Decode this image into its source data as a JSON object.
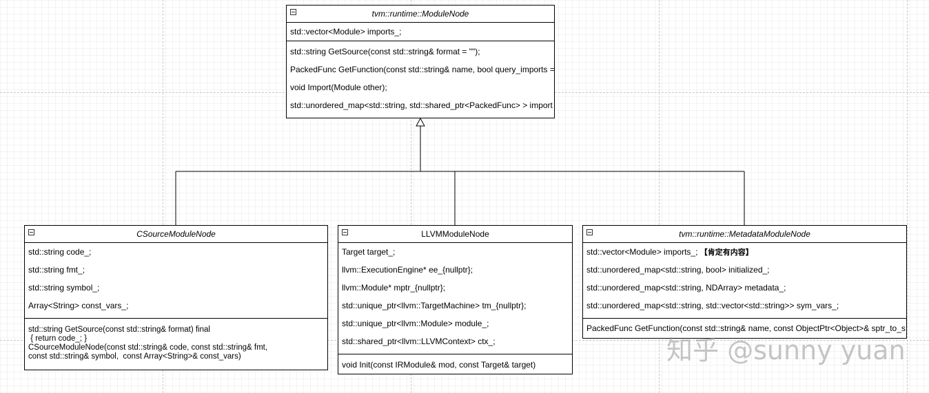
{
  "module_node": {
    "title": "tvm::runtime::ModuleNode",
    "attributes": [
      "std::vector<Module> imports_;"
    ],
    "methods": [
      "std::string GetSource(const std::string& format = \"\");",
      "PackedFunc GetFunction(const std::string& name, bool query_imports =",
      "void Import(Module other);",
      "std::unordered_map<std::string, std::shared_ptr<PackedFunc> > import"
    ]
  },
  "csource_node": {
    "title": "CSourceModuleNode",
    "attributes": [
      "std::string code_;",
      "std::string fmt_;",
      "std::string symbol_;",
      "Array<String> const_vars_;"
    ],
    "method_lines": [
      "std::string GetSource(const std::string& format) final",
      " { return code_; }",
      "CSourceModuleNode(const std::string& code, const std::string& fmt,",
      "const std::string& symbol,  const Array<String>& const_vars)"
    ]
  },
  "llvm_node": {
    "title": "LLVMModuleNode",
    "attributes": [
      "Target target_;",
      "llvm::ExecutionEngine* ee_{nullptr};",
      "llvm::Module* mptr_{nullptr};",
      "std::unique_ptr<llvm::TargetMachine> tm_{nullptr};",
      "std::unique_ptr<llvm::Module> module_;",
      "std::shared_ptr<llvm::LLVMContext> ctx_;"
    ],
    "methods": [
      "void Init(const IRModule& mod, const Target& target)"
    ]
  },
  "metadata_node": {
    "title": "tvm::runtime::MetadataModuleNode",
    "attr_first": "std::vector<Module> imports_; ",
    "attr_first_note": "【肯定有内容】",
    "attributes_rest": [
      "std::unordered_map<std::string, bool> initialized_;",
      "std::unordered_map<std::string, NDArray> metadata_;",
      "std::unordered_map<std::string, std::vector<std::string>> sym_vars_;"
    ],
    "methods": [
      "PackedFunc GetFunction(const std::string& name, const ObjectPtr<Object>& sptr_to_s"
    ]
  },
  "watermark": "知乎 @sunny yuan",
  "colors": {
    "border": "#000000",
    "grid_major": "#c8c8c8",
    "background": "#ffffff"
  }
}
